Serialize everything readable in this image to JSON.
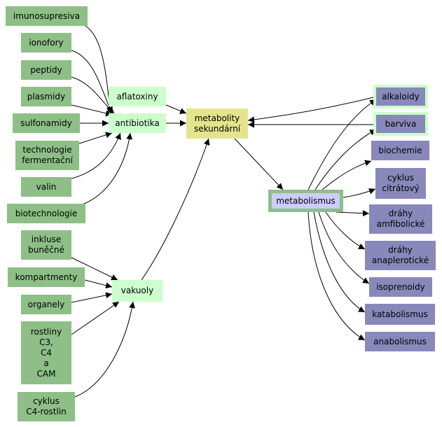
{
  "colors": {
    "green": "#8dbf87",
    "light_green": "#ccffcc",
    "yellow": "#e4e48c",
    "purple": "#8888bb",
    "lavender": "#ccccff",
    "edge": "#000000"
  },
  "nodes": {
    "imunosupresiva": "imunosupresiva",
    "ionofory": "ionofory",
    "peptidy": "peptidy",
    "plasmidy": "plasmidy",
    "sulfonamidy": "sulfonamidy",
    "technologie": "technologie\nfermentační",
    "valin": "valin",
    "biotechnologie": "biotechnologie",
    "inkluse": "inkluse\nbuněčné",
    "kompartmenty": "kompartmenty",
    "organely": "organely",
    "rostliny": "rostliny\nC3,\nC4\na\nCAM",
    "cyklus_c4": "cyklus\nC4-rostlin",
    "aflatoxiny": "aflatoxiny",
    "antibiotika": "antibiotika",
    "vakuoly": "vakuoly",
    "metabolity": "metabolity\nsekundární",
    "metabolismus": "metabolismus",
    "alkaloidy": "alkaloidy",
    "barviva": "barviva",
    "biochemie": "biochemie",
    "cyklus_citratovy": "cyklus\ncitrátový",
    "drahy_amfi": "dráhy\namfibolické",
    "drahy_anap": "dráhy\nanaplerotické",
    "isoprenoidy": "isoprenoidy",
    "katabolismus": "katabolismus",
    "anabolismus": "anabolismus"
  }
}
